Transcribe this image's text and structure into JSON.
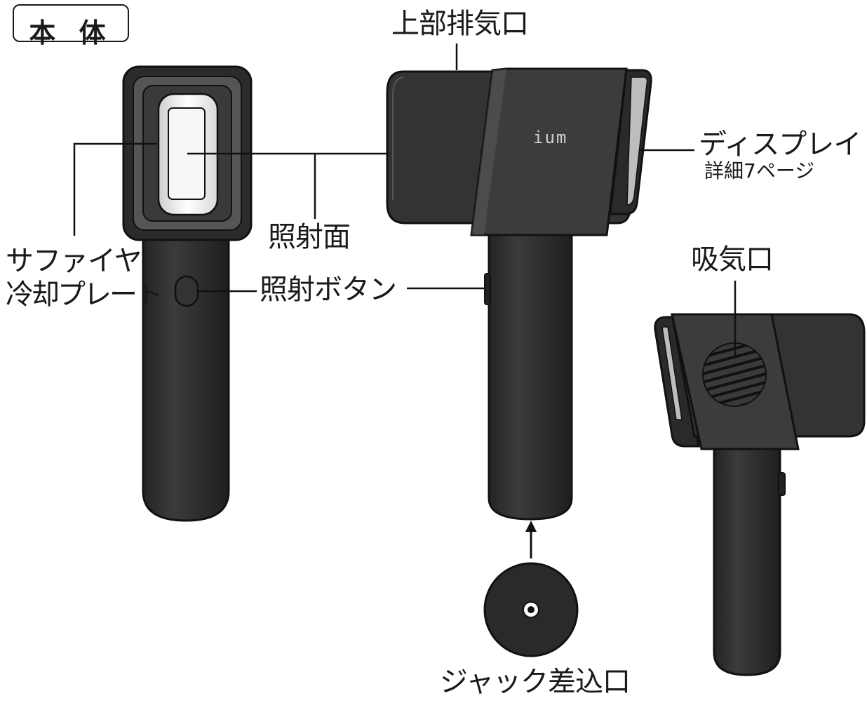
{
  "title": "本 体",
  "labels": {
    "top_exhaust": "上部排気口",
    "display": "ディスプレイ",
    "display_note": "詳細7ページ",
    "irradiation_surface": "照射面",
    "sapphire_line1": "サファイヤ",
    "sapphire_line2": "冷却プレート",
    "irradiation_button": "照射ボタン",
    "intake": "吸気口",
    "jack_port": "ジャック差込口",
    "brand": "ium"
  },
  "colors": {
    "body_dark": "#2e2e2e",
    "body_mid": "#3a3a3a",
    "outline": "#111111",
    "plate_light": "#f2f2f2"
  }
}
